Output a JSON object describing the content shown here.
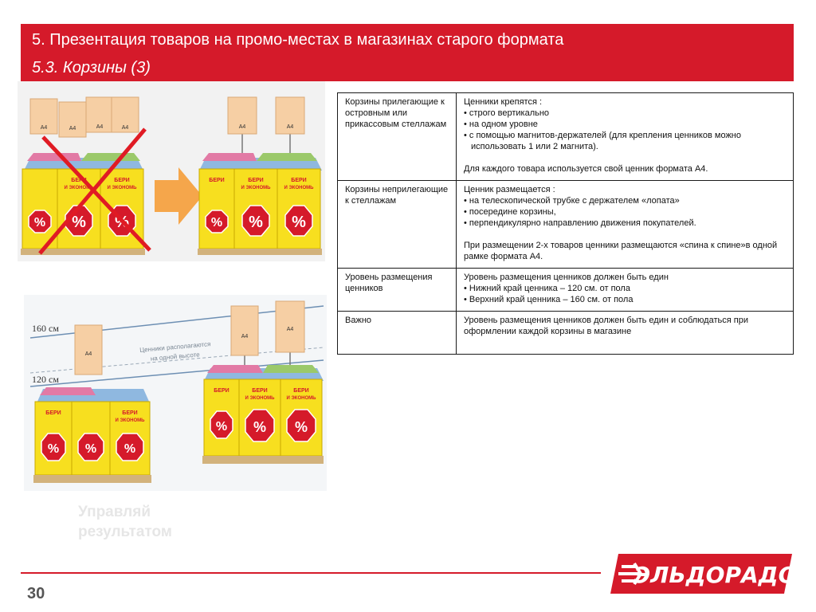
{
  "header": {
    "title": "5. Презентация товаров на промо-местах в магазинах старого формата",
    "subtitle": "5.3. Корзины (3)"
  },
  "illustrations": {
    "sign_label": "А4",
    "basket_text_line1": "БЕРИ",
    "basket_text_line2": "И ЭКОНОМЬ",
    "percent_symbol": "%",
    "height_top": "160 см",
    "height_bottom": "120 см",
    "note_line1": "Ценники располагаются",
    "note_line2": "на одной высоте"
  },
  "watermark": {
    "line1": "Управляй",
    "line2": "результатом"
  },
  "table": {
    "rows": [
      {
        "label": "Корзины прилегающие к островным или прикассовым стеллажам",
        "intro": "Ценники крепятся :",
        "bullets": [
          "строго вертикально",
          "на одном уровне",
          "с помощью магнитов-держателей (для крепления ценников можно использовать  1 или 2  магнита)."
        ],
        "note": "Для каждого товара используется свой ценник формата А4."
      },
      {
        "label": "Корзины неприлегающие к стеллажам",
        "intro": "Ценник размещается :",
        "bullets": [
          "на телескопической трубке с держателем «лопата»",
          "посередине корзины,",
          "перпендикулярно направлению движения покупателей."
        ],
        "note": "При размещении 2-х товаров  ценники размещаются «спина к спине»в одной рамке формата А4."
      },
      {
        "label": "Уровень размещения ценников",
        "intro": "Уровень размещения ценников должен быть един",
        "bullets": [
          "Нижний край ценника –  120 см. от пола",
          "Верхний край ценника – 160 см. от пола"
        ]
      },
      {
        "label": "Важно",
        "intro": "Уровень размещения ценников должен быть един и соблюдаться при оформлении каждой корзины  в магазине"
      }
    ]
  },
  "footer": {
    "page_number": "30",
    "logo_text": "ЭЛЬДОРАДО"
  },
  "colors": {
    "brand_red": "#d51a2a",
    "basket_yellow": "#f7df1f",
    "sign_peach": "#f6cfa4",
    "arrow_orange": "#f5a64b"
  }
}
